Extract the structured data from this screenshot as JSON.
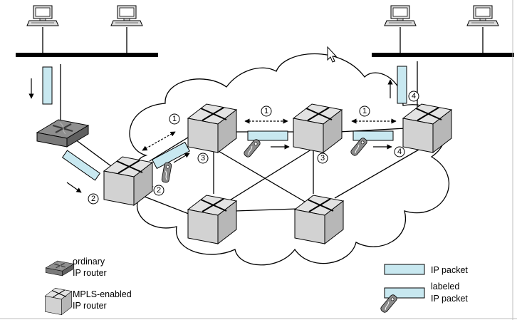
{
  "legend": {
    "ordinary_router_line1": "ordinary",
    "ordinary_router_line2": "IP router",
    "mpls_router_line1": "MPLS-enabled",
    "mpls_router_line2": "IP router",
    "ip_packet": "IP packet",
    "labeled_packet_line1": "labeled",
    "labeled_packet_line2": "IP packet"
  },
  "step_numbers": {
    "s1_left": "1",
    "s1_top_mid": "1",
    "s1_top_right": "1",
    "s2_ingress": "2",
    "s2_router": "2",
    "s3_core_left": "3",
    "s3_core_right": "3",
    "s4_egress": "4",
    "s4_router": "4"
  },
  "colors": {
    "packet_fill": "#c8e8f0",
    "router_fill": "#d4d4d4",
    "router_dark": "#8a8a8a",
    "line": "#000000"
  }
}
